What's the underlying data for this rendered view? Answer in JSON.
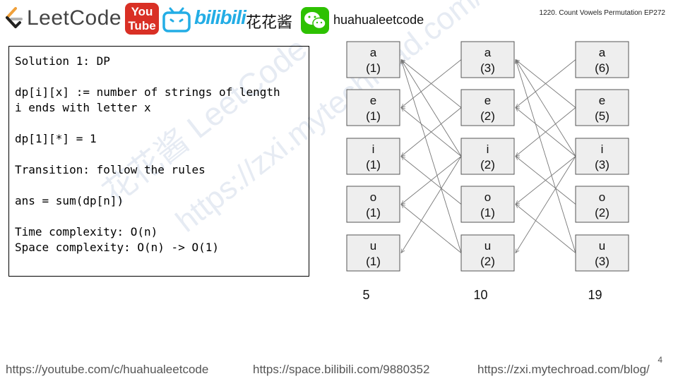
{
  "header": {
    "leetcode_text": "LeetCode",
    "youtube_line1": "You",
    "youtube_line2": "Tube",
    "bilibili_text": "bilibili",
    "bilibili_name": "花花酱",
    "channel": "huahualeetcode",
    "episode": "1220. Count Vowels Permutation EP272"
  },
  "solution": {
    "lines": [
      "Solution 1: DP",
      "",
      "dp[i][x] := number of strings of length",
      "i ends with letter x",
      "",
      "dp[1][*] = 1",
      "",
      "Transition: follow the rules",
      "",
      "ans = sum(dp[n])",
      "",
      "Time complexity: O(n)",
      "Space complexity: O(n) -> O(1)"
    ]
  },
  "diagram": {
    "letters": [
      "a",
      "e",
      "i",
      "o",
      "u"
    ],
    "columns": [
      {
        "counts": [
          "(1)",
          "(1)",
          "(1)",
          "(1)",
          "(1)"
        ],
        "total": "5"
      },
      {
        "counts": [
          "(3)",
          "(2)",
          "(2)",
          "(1)",
          "(2)"
        ],
        "total": "10"
      },
      {
        "counts": [
          "(6)",
          "(5)",
          "(3)",
          "(2)",
          "(3)"
        ],
        "total": "19"
      }
    ],
    "rules": [
      [
        1,
        0
      ],
      [
        0,
        1
      ],
      [
        2,
        1
      ],
      [
        0,
        2
      ],
      [
        1,
        2
      ],
      [
        3,
        2
      ],
      [
        4,
        2
      ],
      [
        2,
        3
      ],
      [
        0,
        4
      ],
      [
        3,
        4
      ]
    ],
    "colors": {
      "node_fill": "#eeeeee",
      "node_border": "#555555",
      "arrow": "#777777"
    }
  },
  "watermark": {
    "line1": "花花酱 LeetCode",
    "line2": "https://zxi.mytechroad.com/blog/"
  },
  "footer": {
    "youtube_url": "https://youtube.com/c/huahualeetcode",
    "bilibili_url": "https://space.bilibili.com/9880352",
    "blog_url": "https://zxi.mytechroad.com/blog/",
    "page_number": "4"
  }
}
